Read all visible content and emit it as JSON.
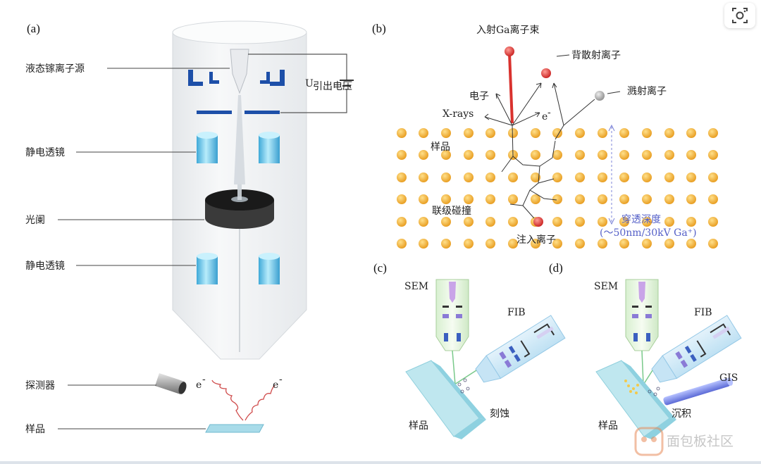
{
  "panels": {
    "a": "(a)",
    "b": "(b)",
    "c": "(c)",
    "d": "(d)"
  },
  "panel_a": {
    "source": "液态镓离子源",
    "lens_top": "静电透镜",
    "aperture": "光阑",
    "lens_bottom": "静电透镜",
    "detector": "探测器",
    "sample": "样品",
    "voltage_symbol": "U",
    "voltage_sub": "引出电压",
    "electron_left": "e",
    "electron_right": "e",
    "electron_sup": "-"
  },
  "panel_b": {
    "incident": "入射Ga离子束",
    "backscatter": "背散射离子",
    "sputter": "溅射离子",
    "electron": "电子",
    "xrays": "X-rays",
    "e_minus": "e",
    "e_sup": "-",
    "sample": "样品",
    "cascade": "联级碰撞",
    "implant": "注入离子",
    "depth": "穿透深度",
    "depth_value": "(～50nm/30kV Ga⁺)"
  },
  "panel_c": {
    "sem": "SEM",
    "fib": "FIB",
    "sample": "样品",
    "etch": "刻蚀"
  },
  "panel_d": {
    "sem": "SEM",
    "fib": "FIB",
    "gis": "GIS",
    "sample": "样品",
    "deposit": "沉积"
  },
  "watermark": "面包板社区",
  "colors": {
    "column_fill": "#f1f3f5",
    "lens_cyan": "#7fd3f0",
    "electrode_blue": "#1d4fa8",
    "atom_orange": "#f2ab2e",
    "beam_red": "#d9322e",
    "label_blue": "#5560c8",
    "fib_purple": "#8a7ad6",
    "stage_teal": "#9fe0ea"
  },
  "icons": {
    "corner_button": "lens-scan-icon"
  }
}
